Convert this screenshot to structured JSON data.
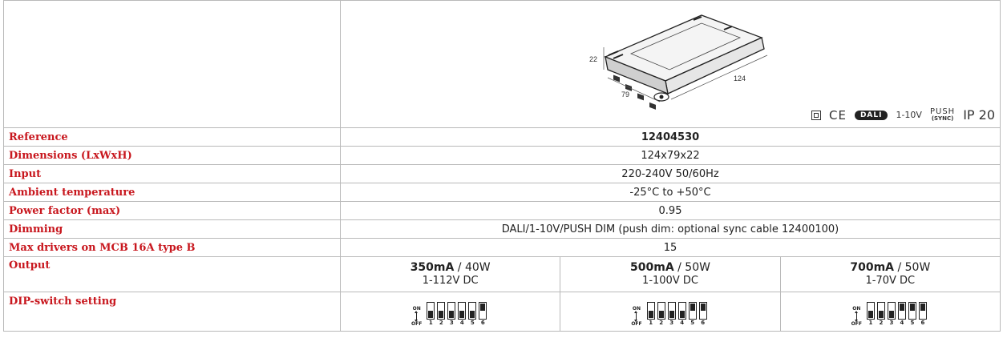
{
  "product_image": {
    "dim_height": "22",
    "dim_width": "79",
    "dim_length": "124"
  },
  "badges": {
    "ce": "CE",
    "dali": "DALI",
    "zero_ten": "1-10V",
    "push": "PUSH",
    "push_sync": "(SYNC)",
    "ip": "IP 20"
  },
  "rows": {
    "reference": {
      "label": "Reference",
      "value": "12404530"
    },
    "dimensions": {
      "label": "Dimensions (LxWxH)",
      "value": "124x79x22"
    },
    "input": {
      "label": "Input",
      "value": "220-240V 50/60Hz"
    },
    "ambient": {
      "label": "Ambient temperature",
      "value": "-25°C to +50°C"
    },
    "power_factor": {
      "label": "Power factor (max)",
      "value": "0.95"
    },
    "dimming": {
      "label": "Dimming",
      "value": "DALI/1-10V/PUSH DIM (push dim: optional sync cable 12400100)"
    },
    "max_drivers": {
      "label": "Max drivers on MCB 16A type B",
      "value": "15"
    },
    "output": {
      "label": "Output",
      "options": [
        {
          "current": "350mA",
          "power": " / 40W",
          "voltage": "1-112V DC"
        },
        {
          "current": "500mA",
          "power": " / 50W",
          "voltage": "1-100V DC"
        },
        {
          "current": "700mA",
          "power": " / 50W",
          "voltage": "1-70V DC"
        }
      ]
    },
    "dip": {
      "label": "DIP-switch setting",
      "on_label": "ON",
      "off_label": "OFF",
      "switch_numbers": [
        "1",
        "2",
        "3",
        "4",
        "5",
        "6"
      ],
      "settings": [
        [
          false,
          false,
          false,
          false,
          false,
          true
        ],
        [
          false,
          false,
          false,
          false,
          true,
          true
        ],
        [
          false,
          false,
          false,
          true,
          true,
          true
        ]
      ]
    }
  },
  "colors": {
    "label_red": "#c8171e",
    "border": "#b9b9b9"
  }
}
